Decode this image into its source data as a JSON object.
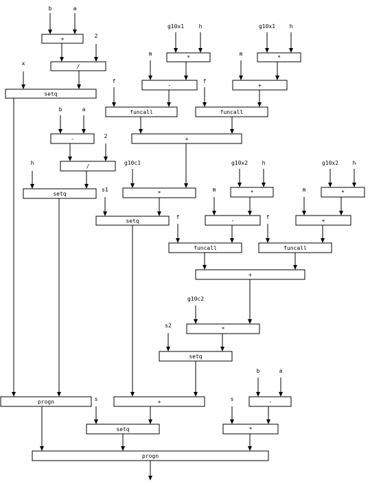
{
  "diagram": {
    "boxes": {
      "add-ba-1": "+",
      "div-2-1": "/",
      "setq-x": "setq",
      "sub-ba-1": "-",
      "div-2-2": "/",
      "setq-h": "setq",
      "mul-g10x1-h-a": "*",
      "mul-g10x1-h-b": "*",
      "sub-m-1": "-",
      "add-m-1": "+",
      "funcall-1": "funcall",
      "funcall-2": "funcall",
      "add-funcalls-1": "+",
      "mul-g10c1": "*",
      "setq-s1": "setq",
      "mul-g10x2-h-a": "*",
      "mul-g10x2-h-b": "*",
      "sub-m-2": "-",
      "add-m-2": "+",
      "funcall-3": "funcall",
      "funcall-4": "funcall",
      "add-funcalls-2": "+",
      "mul-g10c2": "*",
      "setq-s2": "setq",
      "add-s1-s2": "+",
      "sub-ba-3": "-",
      "progn-inner": "progn",
      "setq-s": "setq",
      "mul-s": "*",
      "progn-outer": "progn"
    },
    "inputs": {
      "b1": "b",
      "a1": "a",
      "two1": "2",
      "x1": "x",
      "b2": "b",
      "a2": "a",
      "two2": "2",
      "h1": "h",
      "g10x1-a": "g10x1",
      "h2": "h",
      "g10x1-b": "g10x1",
      "h3": "h",
      "m1": "m",
      "m2": "m",
      "f1": "f",
      "f2": "f",
      "g10c1": "g10c1",
      "s1": "s1",
      "g10x2-a": "g10x2",
      "h4": "h",
      "g10x2-b": "g10x2",
      "h5": "h",
      "m3": "m",
      "m4": "m",
      "f3": "f",
      "f4": "f",
      "g10c2": "g10c2",
      "s2": "s2",
      "s-a": "s",
      "s-b": "s",
      "b3": "b",
      "a3": "a"
    }
  }
}
